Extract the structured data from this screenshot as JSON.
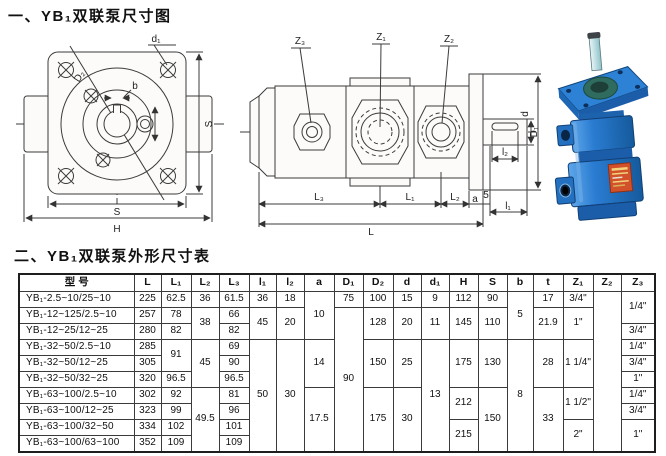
{
  "doc": {
    "section1_title": "一、YB₁双联泵尺寸图",
    "section2_title": "二、YB₁双联泵外形尺寸表"
  },
  "diagram": {
    "front": {
      "labels": {
        "d1": "d₁",
        "D2": "D₂",
        "b": "b",
        "S_side": "S",
        "S_bottom": "S",
        "H": "H"
      }
    },
    "side": {
      "labels": {
        "Z3": "Z₃",
        "Z1": "Z₁",
        "Z2": "Z₂",
        "d": "d",
        "D1": "D₁",
        "l2": "l₂",
        "L3": "L₃",
        "L1": "L₁",
        "L2": "L₂",
        "a": "a",
        "n5": "5",
        "l1": "l₁",
        "L": "L"
      }
    },
    "photo": {
      "accent_blue": "#2a7cd2",
      "label_orange": "#d2512a"
    }
  },
  "table": {
    "headers": [
      "型 号",
      "L",
      "L₁",
      "L₂",
      "L₃",
      "l₁",
      "l₂",
      "a",
      "D₁",
      "D₂",
      "d",
      "d₁",
      "H",
      "S",
      "b",
      "t",
      "Z₁",
      "Z₂",
      "Z₃"
    ],
    "rows": [
      {
        "model": "YB₁-2.5~10/25~10",
        "L": "225",
        "L1": "62.5",
        "L2": "36",
        "L3": "61.5",
        "l1": "36",
        "l2": "18",
        "a": "10",
        "D1": "75",
        "D2": "100",
        "d": "15",
        "d1": "9",
        "H": "112",
        "S": "90",
        "b": "5",
        "t": "17",
        "Z1": "3/4\"",
        "Z2": "",
        "Z3": "1/4\""
      },
      {
        "model": "YB₁-12~125/2.5~10",
        "L": "257",
        "L1": "78",
        "L2": "38",
        "L3": "66",
        "l1": "45",
        "l2": "20",
        "D1": "90",
        "D2": "128",
        "d": "20",
        "d1": "11",
        "H": "145",
        "S": "110",
        "t": "21.9",
        "Z1": "1\""
      },
      {
        "model": "YB₁-12~25/12~25",
        "L": "280",
        "L1": "82",
        "L3": "82",
        "Z3": "3/4\""
      },
      {
        "model": "YB₁-32~50/2.5~10",
        "L": "285",
        "L1": "91",
        "L2": "45",
        "L3": "69",
        "l1": "50",
        "l2": "30",
        "a": "14",
        "D2": "150",
        "d": "25",
        "d1": "13",
        "H": "175",
        "S": "130",
        "b": "8",
        "t": "28",
        "Z1": "1 1/4\"",
        "Z3": "1/4\""
      },
      {
        "model": "YB₁-32~50/12~25",
        "L": "305",
        "L3": "90",
        "Z3": "3/4\""
      },
      {
        "model": "YB₁-32~50/32~25",
        "L": "320",
        "L1": "96.5",
        "L3": "96.5",
        "Z3": "1\""
      },
      {
        "model": "YB₁-63~100/2.5~10",
        "L": "302",
        "L1": "92",
        "L2": "49.5",
        "L3": "81",
        "a": "17.5",
        "D2": "175",
        "d": "30",
        "H": "212",
        "S": "150",
        "t": "33",
        "Z1": "1 1/2\"",
        "Z3": "1/4\""
      },
      {
        "model": "YB₁-63~100/12~25",
        "L": "323",
        "L1": "99",
        "L3": "96",
        "Z3": "3/4\""
      },
      {
        "model": "YB₁-63~100/32~50",
        "L": "334",
        "L1": "102",
        "L3": "101",
        "H": "215",
        "Z1": "2\"",
        "Z3": "1\""
      },
      {
        "model": "YB₁-63~100/63~100",
        "L": "352",
        "L1": "109",
        "L3": "109"
      }
    ]
  }
}
